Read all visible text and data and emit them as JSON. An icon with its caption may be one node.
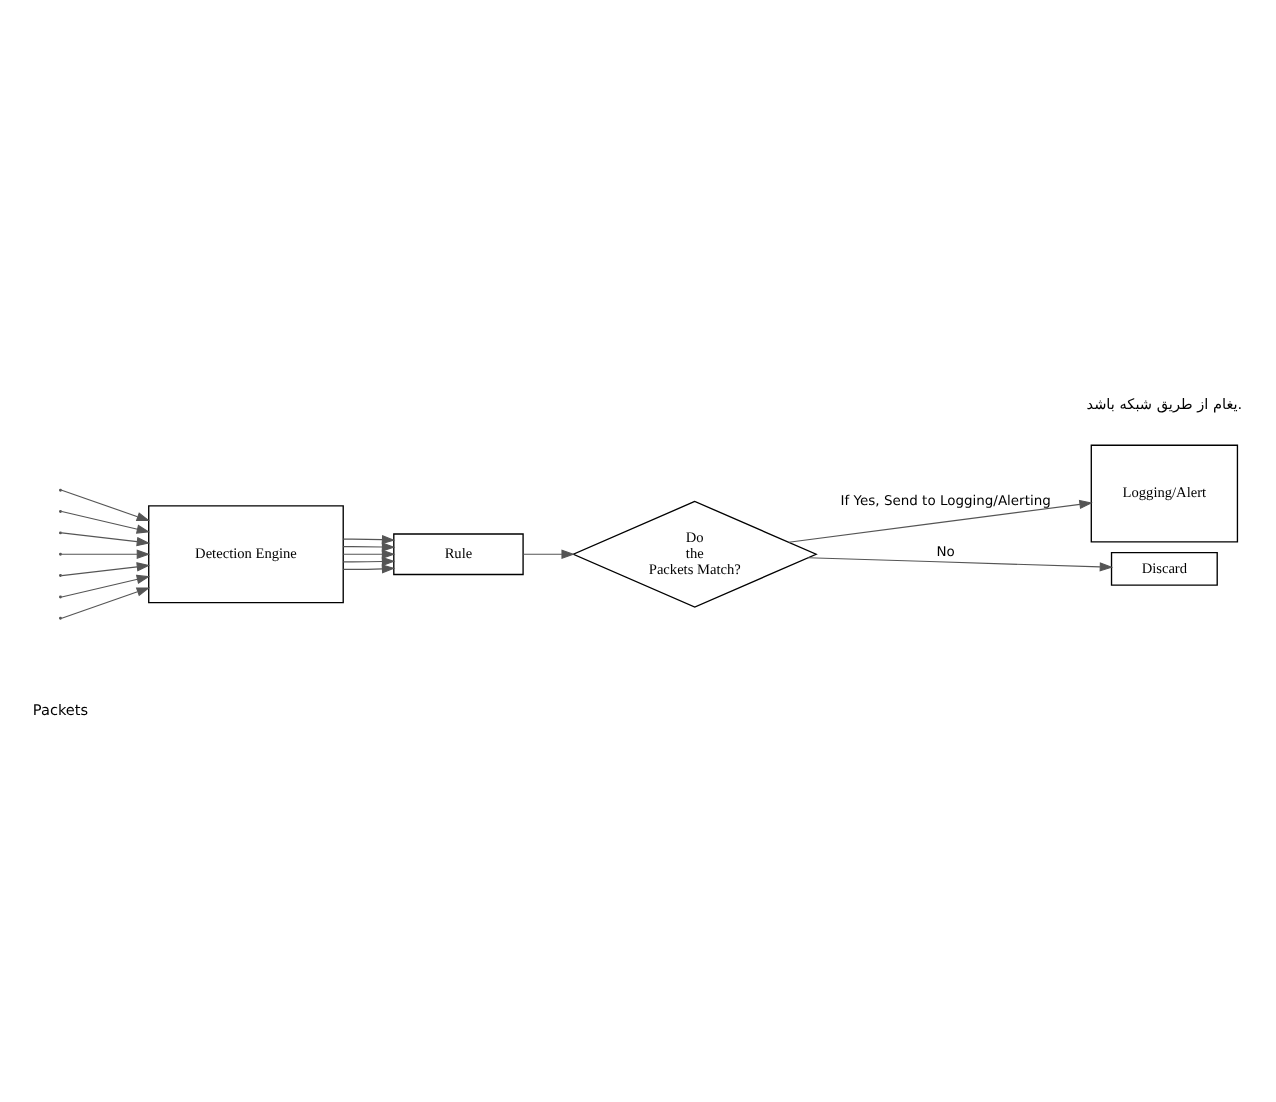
{
  "diagram": {
    "nodes": [
      {
        "text": [
          "Detection Engine"
        ]
      },
      {
        "text": [
          "Logging/Alert"
        ]
      },
      {
        "text": [
          "Rule"
        ]
      },
      {
        "text": [
          "Do the Packets Match?"
        ]
      },
      {
        "text": [
          "Discard"
        ]
      }
    ],
    "edges": [
      {
        "from": null,
        "to": 0,
        "arrow": "to"
      },
      {
        "from": null,
        "to": 0,
        "arrow": "to"
      },
      {
        "from": null,
        "to": 0,
        "arrow": "to"
      },
      {
        "from": null,
        "to": 0,
        "arrow": "to"
      },
      {
        "from": null,
        "to": 0,
        "arrow": "to"
      },
      {
        "from": null,
        "to": 0,
        "arrow": "to"
      },
      {
        "from": null,
        "to": 0,
        "arrow": "to"
      },
      {
        "from": 0,
        "to": 2,
        "arrow": "to"
      },
      {
        "from": 0,
        "to": 2,
        "arrow": "to"
      },
      {
        "from": 0,
        "to": 2,
        "arrow": "to"
      },
      {
        "from": 0,
        "to": 2,
        "arrow": "to"
      },
      {
        "from": 0,
        "to": 2,
        "arrow": "to"
      },
      {
        "from": 2,
        "to": 3,
        "arrow": "to"
      },
      {
        "from": 3,
        "to": 1,
        "arrow": "to",
        "label": "If Yes, Send to Logging/Alerting"
      },
      {
        "from": 3,
        "to": 4,
        "arrow": "to",
        "label": "No"
      }
    ],
    "labels": [
      "یغام از طریق شبکه باشد.",
      "Packets"
    ]
  }
}
